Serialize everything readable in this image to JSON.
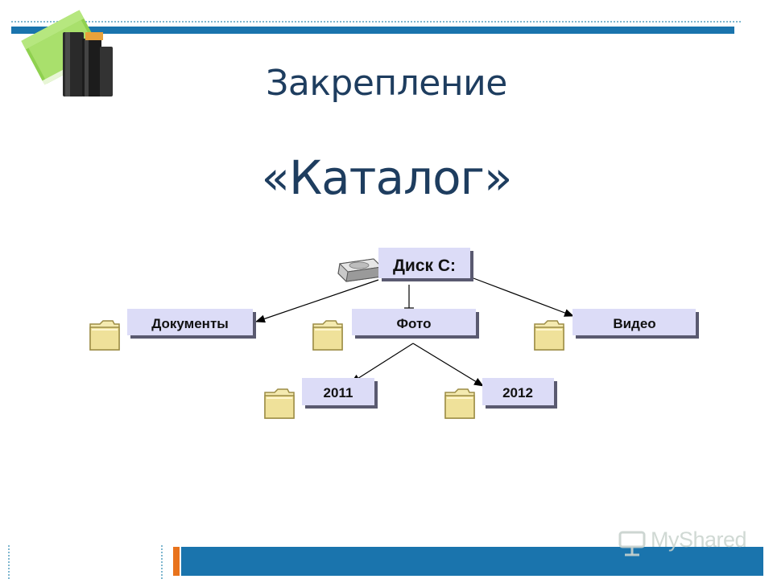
{
  "slide": {
    "subtitle": "Закрепление",
    "title": "«Каталог»"
  },
  "diagram": {
    "root": {
      "label": "Диск С:",
      "icon": "disk-drive-icon"
    },
    "level1": [
      {
        "label": "Документы",
        "icon": "folder-icon"
      },
      {
        "label": "Фото",
        "icon": "folder-icon"
      },
      {
        "label": "Видео",
        "icon": "folder-icon"
      }
    ],
    "level2": [
      {
        "label": "2011",
        "icon": "folder-icon"
      },
      {
        "label": "2012",
        "icon": "folder-icon"
      }
    ]
  },
  "footer": {
    "watermark": "MyShared"
  },
  "colors": {
    "accent_blue": "#1a74ad",
    "accent_orange": "#e8731c",
    "title_text": "#1e3d5f",
    "node_fill": "#dcdcf7",
    "node_shadow": "#5a5a70",
    "folder_fill": "#f2e7a6"
  }
}
